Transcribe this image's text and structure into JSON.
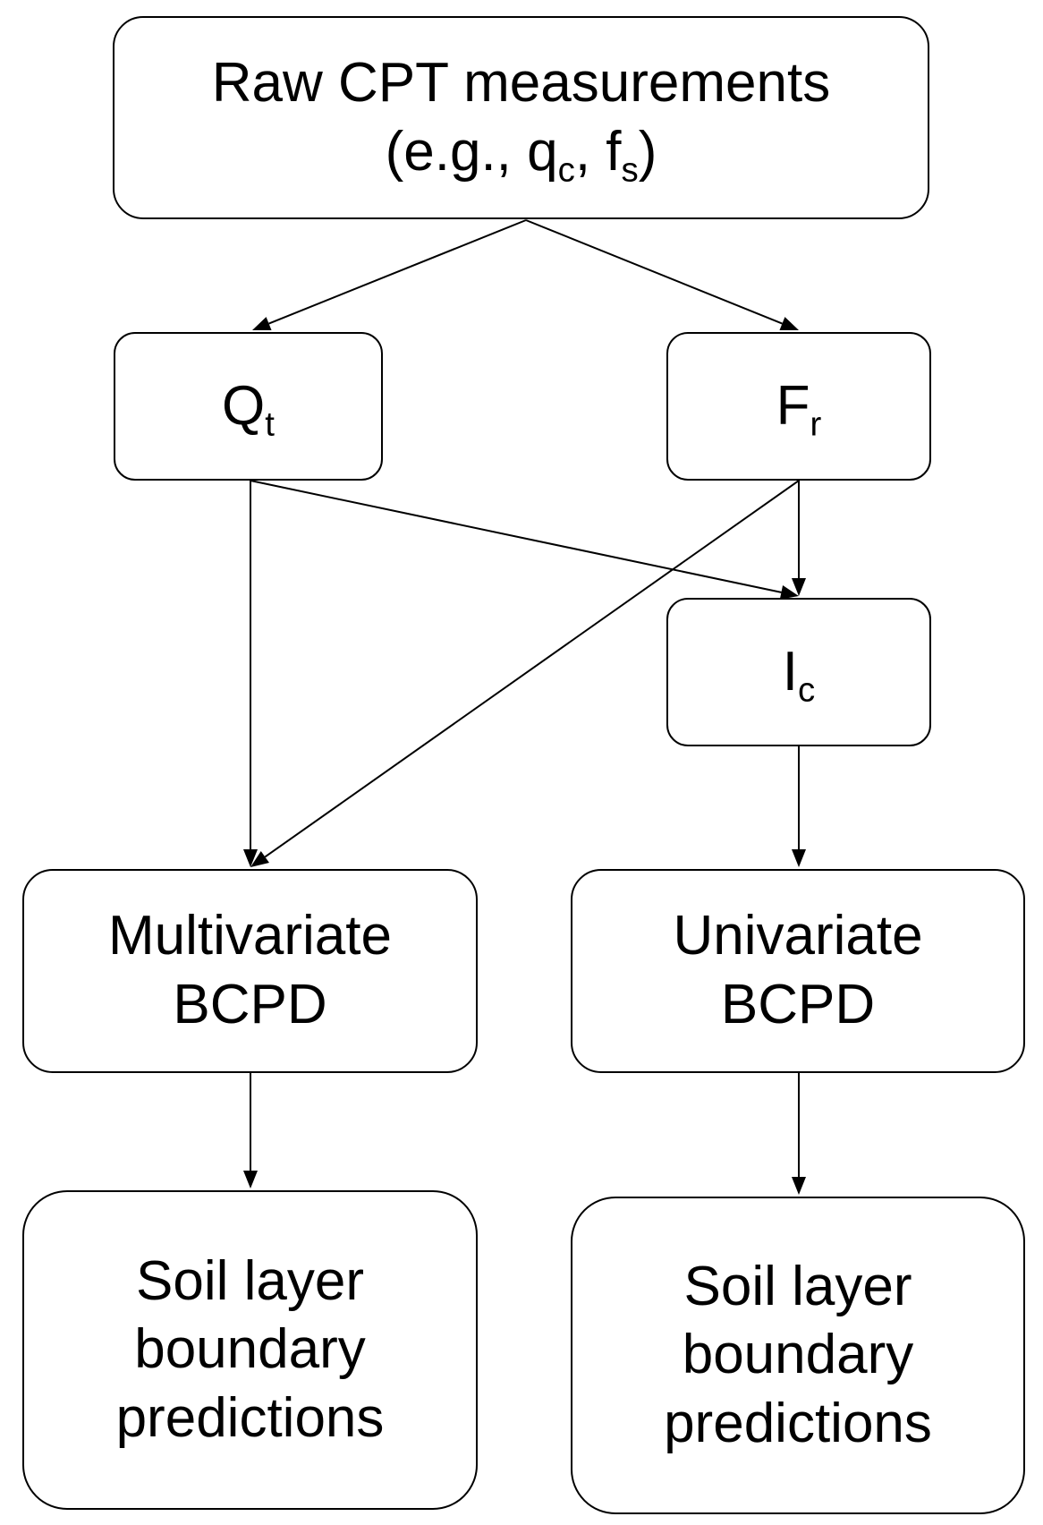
{
  "nodes": {
    "raw": {
      "line1": "Raw CPT measurements",
      "line2_prefix": "(e.g., q",
      "line2_sub1": "c",
      "line2_mid": ", f",
      "line2_sub2": "s",
      "line2_suffix": ")"
    },
    "qt": {
      "base": "Q",
      "sub": "t"
    },
    "fr": {
      "base": "F",
      "sub": "r"
    },
    "ic": {
      "base": "I",
      "sub": "c"
    },
    "multivariate": {
      "line1": "Multivariate",
      "line2": "BCPD"
    },
    "univariate": {
      "line1": "Univariate",
      "line2": "BCPD"
    },
    "soil_left": {
      "line1": "Soil layer",
      "line2": "boundary",
      "line3": "predictions"
    },
    "soil_right": {
      "line1": "Soil layer",
      "line2": "boundary",
      "line3": "predictions"
    }
  },
  "edges": [
    {
      "from": "raw",
      "to": "qt"
    },
    {
      "from": "raw",
      "to": "fr"
    },
    {
      "from": "qt",
      "to": "multivariate"
    },
    {
      "from": "qt",
      "to": "ic"
    },
    {
      "from": "fr",
      "to": "ic"
    },
    {
      "from": "fr",
      "to": "multivariate"
    },
    {
      "from": "ic",
      "to": "univariate"
    },
    {
      "from": "multivariate",
      "to": "soil_left"
    },
    {
      "from": "univariate",
      "to": "soil_right"
    }
  ]
}
